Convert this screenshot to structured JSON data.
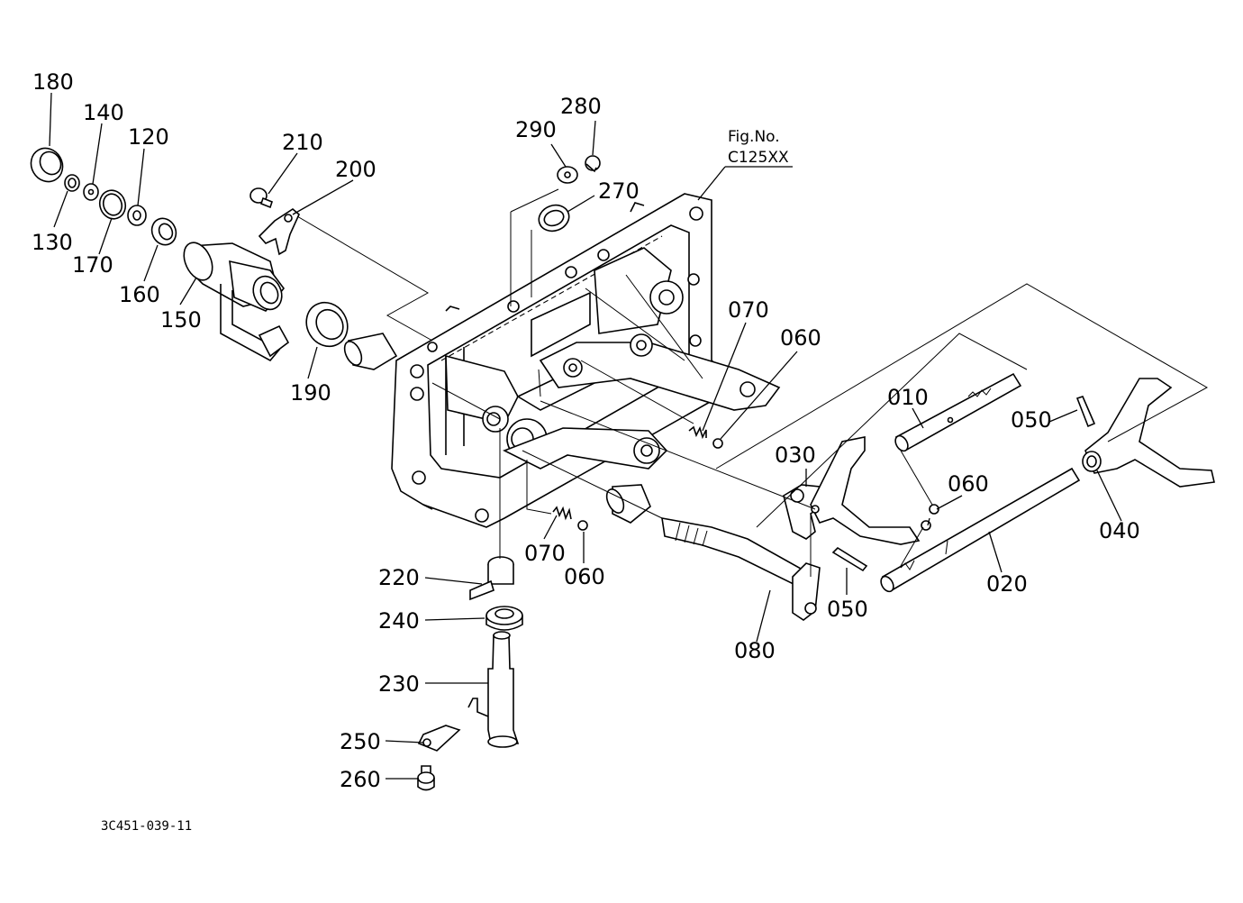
{
  "figure": {
    "fig_no_label": "Fig.No.",
    "fig_no_value": "C125XX",
    "drawing_number": "3C451-039-11"
  },
  "callouts": {
    "c010": "010",
    "c020": "020",
    "c030": "030",
    "c040": "040",
    "c050a": "050",
    "c050b": "050",
    "c060a": "060",
    "c060b": "060",
    "c060c": "060",
    "c070a": "070",
    "c070b": "070",
    "c080": "080",
    "c120": "120",
    "c130": "130",
    "c140": "140",
    "c150": "150",
    "c160": "160",
    "c170": "170",
    "c180": "180",
    "c190": "190",
    "c200": "200",
    "c210": "210",
    "c220": "220",
    "c230": "230",
    "c240": "240",
    "c250": "250",
    "c260": "260",
    "c270": "270",
    "c280": "280",
    "c290": "290"
  }
}
